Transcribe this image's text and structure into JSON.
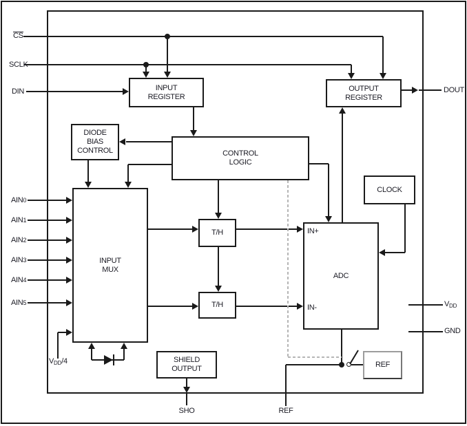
{
  "figure": {
    "kind": "functional-block-diagram",
    "description": "ADC functional diagram with serial interface, input mux, track/holds, ADC core and reference switch"
  },
  "colors": {
    "background": "#ffffff",
    "line": "#1a1a1a",
    "text": "#1b1b24",
    "dotted": "#b5b5b5",
    "ref_border": "#9c9c9c",
    "ref_shadow": "#3a3a3a"
  },
  "pins": {
    "cs": {
      "label": "CS",
      "overline": true
    },
    "sclk": {
      "label": "SCLK"
    },
    "din": {
      "label": "DIN"
    },
    "ain": [
      {
        "base": "AIN",
        "num": "0"
      },
      {
        "base": "AIN",
        "num": "1"
      },
      {
        "base": "AIN",
        "num": "2"
      },
      {
        "base": "AIN",
        "num": "3"
      },
      {
        "base": "AIN",
        "num": "4"
      },
      {
        "base": "AIN",
        "num": "5"
      }
    ],
    "vdd4": {
      "base": "V",
      "sub": "DD",
      "suffix": "/4"
    },
    "sho": {
      "label": "SHO"
    },
    "ref": {
      "label": "REF"
    },
    "dout": {
      "label": "DOUT"
    },
    "vdd": {
      "base": "V",
      "sub": "DD"
    },
    "gnd": {
      "label": "GND"
    }
  },
  "blocks": {
    "input_register": {
      "lines": [
        "INPUT",
        "REGISTER"
      ]
    },
    "output_register": {
      "lines": [
        "OUTPUT",
        "REGISTER"
      ]
    },
    "diode_bias_control": {
      "lines": [
        "DIODE",
        "BIAS",
        "CONTROL"
      ]
    },
    "control_logic": {
      "lines": [
        "CONTROL",
        "LOGIC"
      ]
    },
    "input_mux": {
      "lines": [
        "INPUT",
        "MUX"
      ]
    },
    "th_top": {
      "label": "T/H"
    },
    "th_bottom": {
      "label": "T/H"
    },
    "adc": {
      "label": "ADC",
      "in_plus": "IN+",
      "in_minus": "IN-"
    },
    "clock": {
      "label": "CLOCK"
    },
    "shield_output": {
      "lines": [
        "SHIELD",
        "OUTPUT"
      ]
    },
    "ref": {
      "label": "REF"
    }
  }
}
